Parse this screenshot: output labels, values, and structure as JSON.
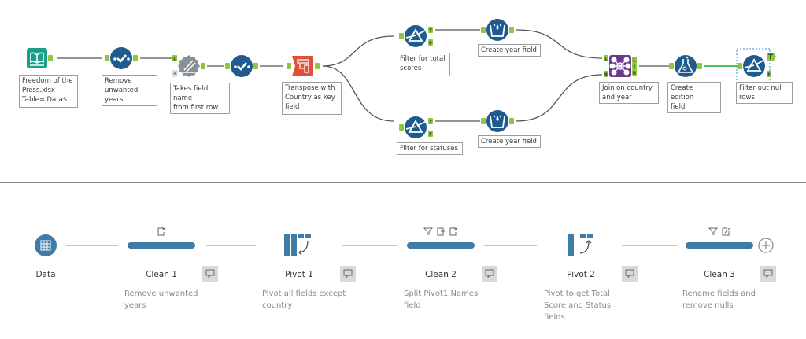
{
  "workflow": {
    "tools": [
      {
        "id": "input",
        "type": "input-data",
        "label": "Freedom of the Press.xlsx Table='Data$'",
        "lines": [
          "Freedom of the",
          "Press.xlsx",
          "Table='Data$'"
        ],
        "color": "#1a9e8a"
      },
      {
        "id": "select1",
        "type": "select",
        "label": "Remove unwanted years",
        "lines": [
          "Remove",
          "unwanted years"
        ],
        "color": "#1f5b8e"
      },
      {
        "id": "dynrename",
        "type": "dynamic-rename",
        "label": "Takes field name from first row",
        "lines": [
          "Takes field name",
          "from first row"
        ],
        "color": "#8a9196"
      },
      {
        "id": "select2",
        "type": "select",
        "label": "",
        "lines": [],
        "color": "#1f5b8e"
      },
      {
        "id": "transpose",
        "type": "transpose",
        "label": "Transpose with Country as key field",
        "lines": [
          "Transpose with",
          "Country as key",
          "field"
        ],
        "color": "#e0503a"
      },
      {
        "id": "filter1",
        "type": "filter",
        "label": "Filter for total scores",
        "lines": [
          "Filter for total",
          "scores"
        ],
        "color": "#1f5b8e"
      },
      {
        "id": "formula1",
        "type": "formula",
        "label": "Create year field",
        "lines": [
          "Create year field"
        ],
        "color": "#1f5b8e"
      },
      {
        "id": "filter2",
        "type": "filter",
        "label": "Filter for statuses",
        "lines": [
          "Filter for statuses"
        ],
        "color": "#1f5b8e"
      },
      {
        "id": "formula2",
        "type": "formula",
        "label": "Create year field",
        "lines": [
          "Create year field"
        ],
        "color": "#1f5b8e"
      },
      {
        "id": "join",
        "type": "join",
        "label": "Join on country and year",
        "lines": [
          "Join on country",
          "and year"
        ],
        "color": "#6b3a8e"
      },
      {
        "id": "formula3",
        "type": "formula",
        "label": "Create edition field",
        "lines": [
          "Create edition",
          "field"
        ],
        "color": "#1f5b8e"
      },
      {
        "id": "filter3",
        "type": "filter",
        "label": "Filter out null rows",
        "lines": [
          "Filter out null",
          "rows"
        ],
        "color": "#1f5b8e"
      }
    ],
    "anchor_labels": {
      "left": "L",
      "right": "R",
      "join": "J",
      "true": "T",
      "false": "F"
    },
    "anchor_color": "#8dc63f",
    "active_connection_color": "#3cb44b"
  },
  "flow": {
    "steps": [
      {
        "name": "Data",
        "type": "input",
        "description": []
      },
      {
        "name": "Clean 1",
        "type": "clean",
        "description": [
          "Remove unwanted",
          "years"
        ],
        "icons": [
          "remove-field"
        ]
      },
      {
        "name": "Pivot 1",
        "type": "pivot",
        "description": [
          "Pivot all fields except",
          "country"
        ]
      },
      {
        "name": "Clean 2",
        "type": "clean",
        "description": [
          "Split Pivot1 Names",
          "field"
        ],
        "icons": [
          "filter",
          "split",
          "remove-field"
        ]
      },
      {
        "name": "Pivot 2",
        "type": "pivot",
        "description": [
          "Pivot to get Total",
          "Score and Status",
          "fields"
        ]
      },
      {
        "name": "Clean 3",
        "type": "clean",
        "description": [
          "Rename fields and",
          "remove nulls"
        ],
        "icons": [
          "filter",
          "rename"
        ]
      }
    ],
    "accent": "#3f7ca7",
    "add_step_icon": "plus-circle-icon"
  }
}
